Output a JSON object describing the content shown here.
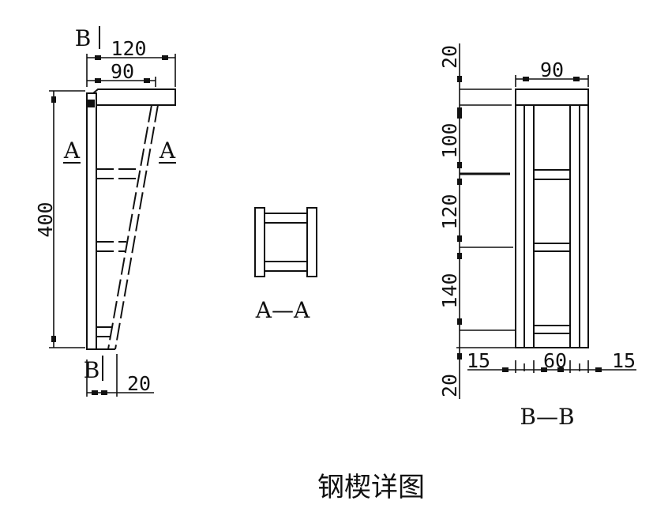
{
  "title": "钢楔详图",
  "elevation_view": {
    "section_marks": {
      "b_top": "B",
      "b_bottom": "B",
      "a_left": "A",
      "a_right": "A"
    },
    "dimensions": {
      "top_width": "120",
      "inner_width": "90",
      "height": "400",
      "bottom_offset": "20"
    }
  },
  "section_a": {
    "label": "A—A"
  },
  "section_b": {
    "label": "B—B",
    "dimensions": {
      "width": "90",
      "vertical": [
        "20",
        "100",
        "120",
        "140",
        "20"
      ],
      "bottom": [
        "15",
        "60",
        "15"
      ]
    }
  }
}
